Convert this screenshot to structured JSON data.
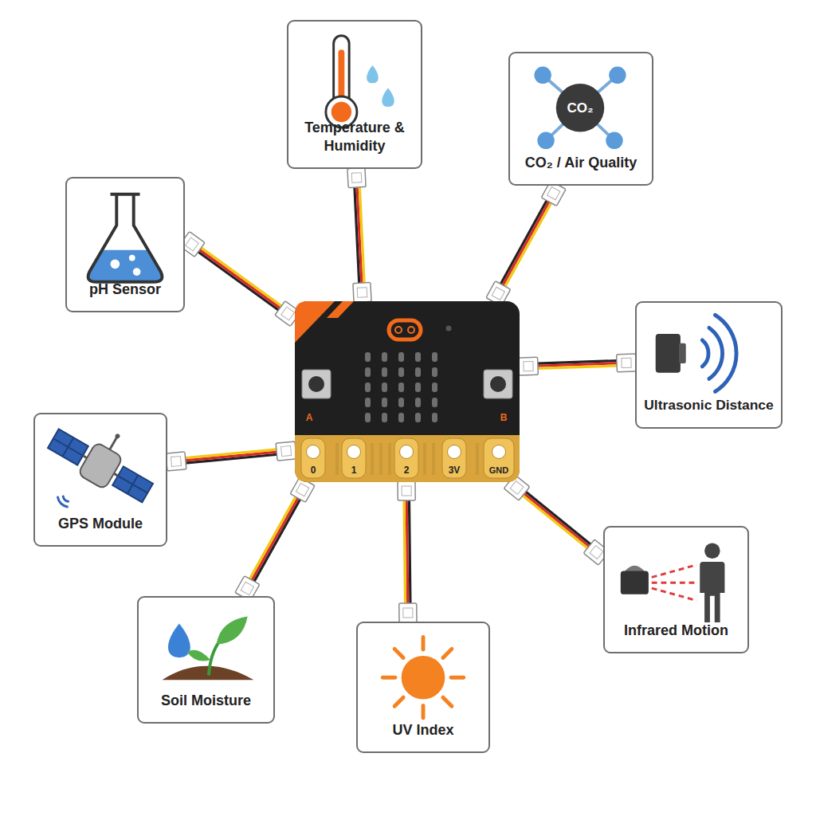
{
  "diagram": {
    "nodes": [
      {
        "text": [
          "Temperature & Humidity"
        ]
      },
      {
        "text": [
          "CO₂ / Air Quality"
        ]
      },
      {
        "text": [
          "pH Sensor"
        ]
      },
      {
        "text": [
          "A",
          "B",
          "0",
          "1",
          "2",
          "3V",
          "GND"
        ]
      },
      {
        "text": [
          "Ultrasonic Distance"
        ]
      },
      {
        "text": [
          "GPS Module"
        ]
      },
      {
        "text": [
          "Infrared Motion"
        ]
      },
      {
        "text": [
          "Soil Moisture"
        ]
      },
      {
        "text": [
          "UV Index"
        ]
      }
    ],
    "edges": [
      {
        "from": 3,
        "to": 0,
        "arrow": "none"
      },
      {
        "from": 3,
        "to": 1,
        "arrow": "none"
      },
      {
        "from": 3,
        "to": 2,
        "arrow": "none"
      },
      {
        "from": 3,
        "to": 4,
        "arrow": "none"
      },
      {
        "from": 3,
        "to": 5,
        "arrow": "none"
      },
      {
        "from": 3,
        "to": 6,
        "arrow": "none"
      },
      {
        "from": 3,
        "to": 7,
        "arrow": "none"
      },
      {
        "from": 3,
        "to": 8,
        "arrow": "none"
      }
    ],
    "labels": [
      "CO₂"
    ]
  }
}
